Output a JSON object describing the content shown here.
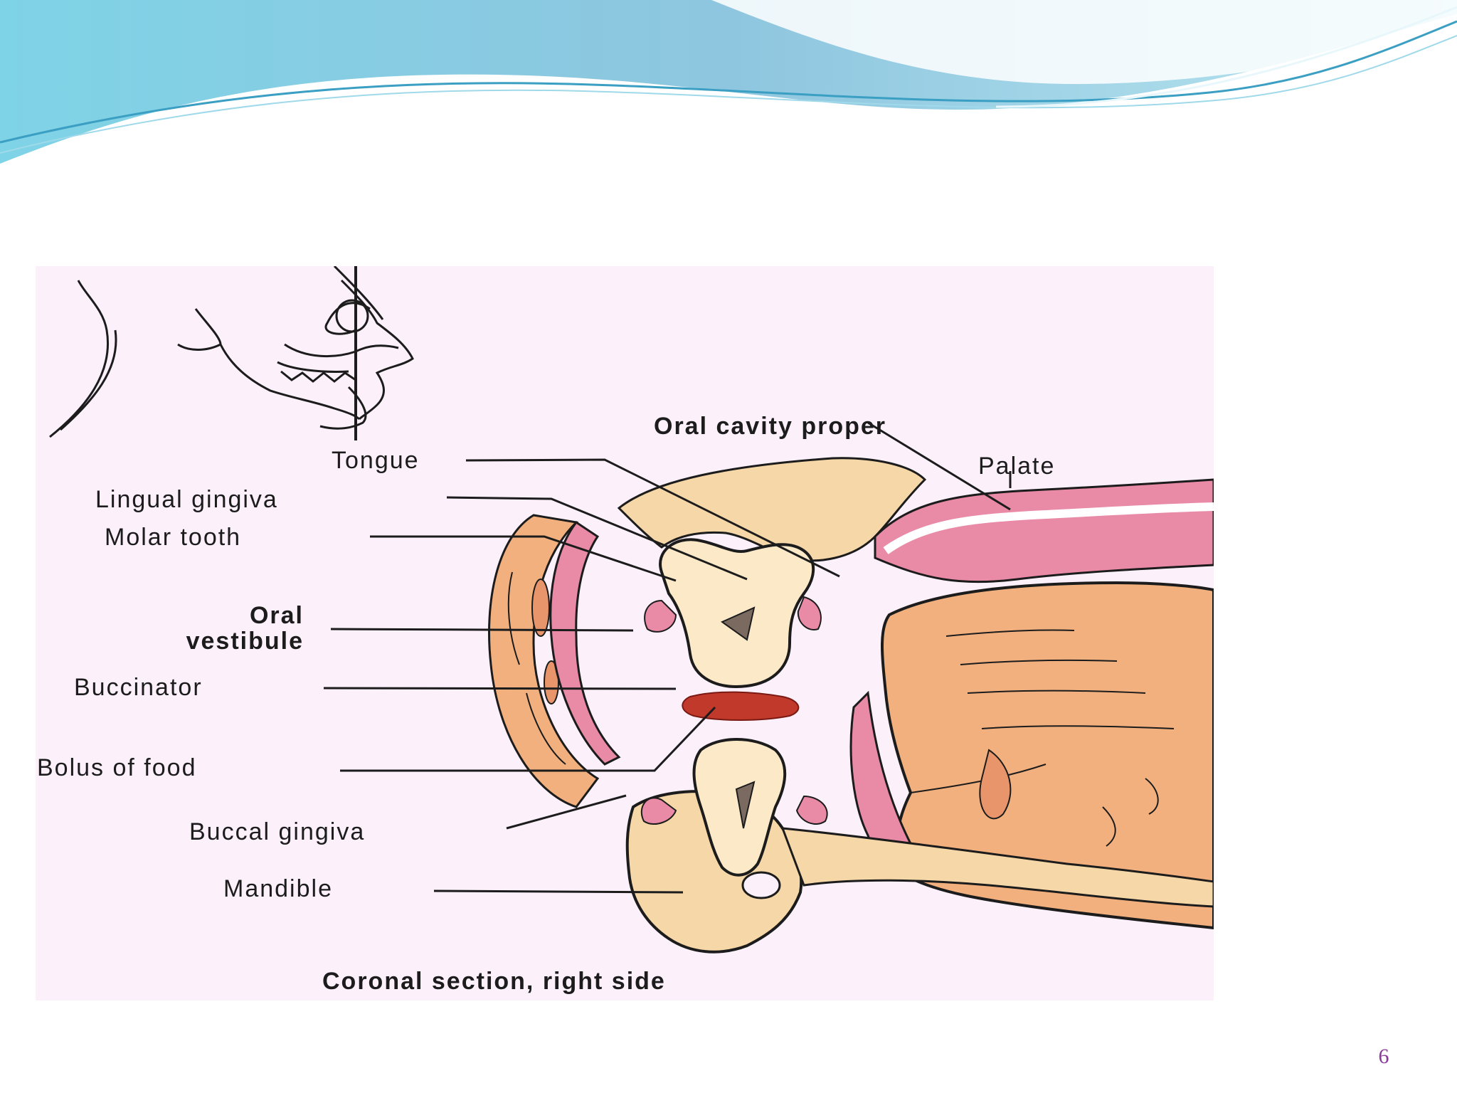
{
  "slide": {
    "page_number": "6"
  },
  "diagram": {
    "labels": {
      "oral_cavity_proper": "Oral cavity proper",
      "palate": "Palate",
      "tongue": "Tongue",
      "lingual_gingiva": "Lingual gingiva",
      "molar_tooth": "Molar tooth",
      "oral_vestibule_line1": "Oral",
      "oral_vestibule_line2": "vestibule",
      "buccinator": "Buccinator",
      "bolus_of_food": "Bolus of food",
      "buccal_gingiva": "Buccal gingiva",
      "mandible": "Mandible"
    },
    "caption": "Coronal section, right side",
    "colors": {
      "background": "#fcf0fb",
      "bone": "#f6d7a8",
      "gum_pink": "#e98aa6",
      "muscle": "#f2b07e",
      "tooth": "#fbe9c8",
      "bolus": "#c0392b",
      "outline": "#1c1c1c"
    }
  }
}
